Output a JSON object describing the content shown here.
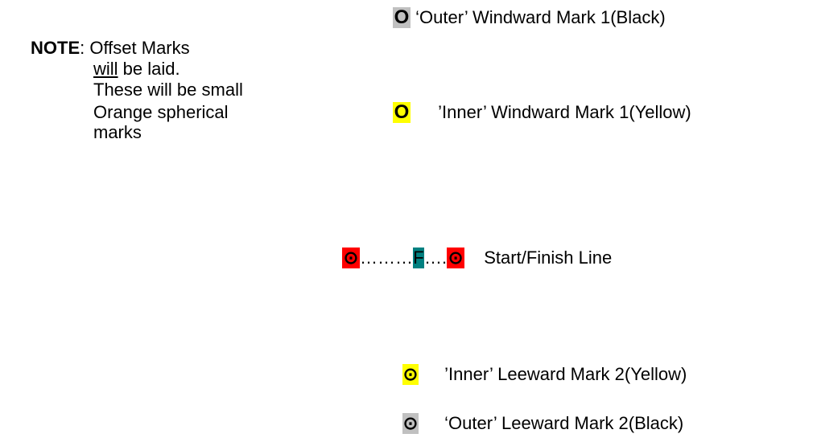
{
  "note": {
    "label": "NOTE",
    "text_line1": ": Offset Marks",
    "text_line2_underlined": "will",
    "text_line2_rest": " be laid.",
    "text_line3": "These will be small",
    "text_line4": "Orange spherical",
    "text_line5": "marks"
  },
  "marks": {
    "outer_windward": {
      "symbol": "O",
      "label": "‘Outer’ Windward Mark 1(Black)",
      "highlight": "#c0c0c0"
    },
    "inner_windward": {
      "symbol": "O",
      "label": "’Inner’ Windward Mark 1(Yellow)",
      "highlight": "#ffff00"
    },
    "start_finish": {
      "left_symbol": "⊙",
      "dots_left": "………",
      "flag_letter": "F",
      "dots_right": "….",
      "right_symbol": "⊙",
      "label": "Start/Finish Line",
      "mark_highlight": "#ff0000",
      "flag_highlight": "#008080"
    },
    "inner_leeward": {
      "symbol": "⊙",
      "label": "’Inner’ Leeward Mark 2(Yellow)",
      "highlight": "#ffff00"
    },
    "outer_leeward": {
      "symbol": "⊙",
      "label": "‘Outer’ Leeward Mark 2(Black)",
      "highlight": "#c0c0c0"
    }
  }
}
